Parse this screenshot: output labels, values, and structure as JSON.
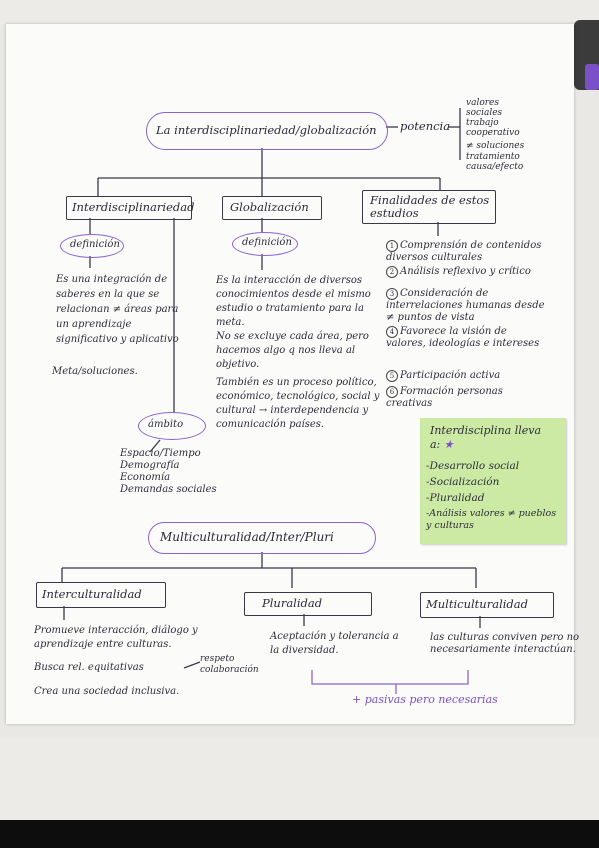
{
  "top_node": {
    "title": "La interdisciplinariedad/globalización",
    "connector": "potencia",
    "outcomes": [
      "valores sociales",
      "trabajo cooperativo",
      "≠ soluciones",
      "tratamiento causa/efecto"
    ]
  },
  "interdisciplinariedad": {
    "title": "Interdisciplinariedad",
    "definition_label": "definición",
    "definition_text": "Es una integración de saberes en la que se relacionan ≠ áreas para un aprendizaje significativo y aplicativo",
    "extra": "Meta/soluciones.",
    "ambito_label": "ámbito",
    "ambito_items": [
      "Espacio/Tiempo",
      "Demografía",
      "Economía",
      "Demandas sociales"
    ]
  },
  "globalizacion": {
    "title": "Globalización",
    "definition_label": "definición",
    "bullets": [
      "Es la interacción de diversos conocimientos desde el mismo estudio o tratamiento para la meta.",
      "No se excluye cada área, pero hacemos algo q nos lleva al objetivo.",
      "También es un proceso político, económico, tecnológico, social y cultural → interdependencia y comunicación países."
    ]
  },
  "finalidades": {
    "title": "Finalidades de estos estudios",
    "items": [
      {
        "n": "1",
        "text": "Comprensión de contenidos diversos culturales"
      },
      {
        "n": "2",
        "text": "Análisis reflexivo y crítico"
      },
      {
        "n": "3",
        "text": "Consideración de interrelaciones humanas desde ≠ puntos de vista"
      },
      {
        "n": "4",
        "text": "Favorece la visión de valores, ideologías e intereses"
      },
      {
        "n": "5",
        "text": "Participación activa"
      },
      {
        "n": "6",
        "text": "Formación personas creativas"
      }
    ]
  },
  "postit": {
    "title": "Interdisciplina lleva a:",
    "star": "★",
    "items": [
      "-Desarrollo social",
      "-Socialización",
      "-Pluralidad",
      "-Análisis valores ≠ pueblos y culturas"
    ]
  },
  "multi_node": {
    "title": "Multiculturalidad/Inter/Pluri"
  },
  "interculturalidad": {
    "title": "Interculturalidad",
    "bullets": [
      "Promueve interacción, diálogo y aprendizaje entre culturas.",
      "Busca rel. equitativas",
      "Crea una sociedad inclusiva."
    ],
    "side_note": "respeto colaboración"
  },
  "pluralidad": {
    "title": "Pluralidad",
    "bullets": [
      "Aceptación y tolerancia a la diversidad."
    ]
  },
  "multiculturalidad": {
    "title": "Multiculturalidad",
    "bullets": [
      "las culturas conviven pero no necesariamente interactúan."
    ]
  },
  "footer_note": "+ pasivas pero necesarias",
  "colors": {
    "ink": "#2e2c3a",
    "purple": "#8a63cf",
    "postit": "#cdeaa5"
  }
}
